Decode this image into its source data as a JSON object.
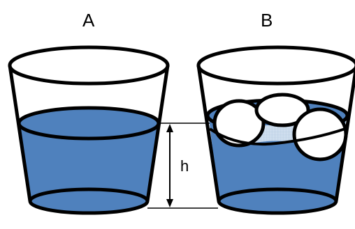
{
  "labels": {
    "cup_a": "A",
    "cup_b": "B",
    "height": "h"
  },
  "colors": {
    "water": "#4f81bd",
    "outline": "#000000",
    "ice": "#ffffff",
    "submerged_hatch": "#d6e3f1"
  }
}
